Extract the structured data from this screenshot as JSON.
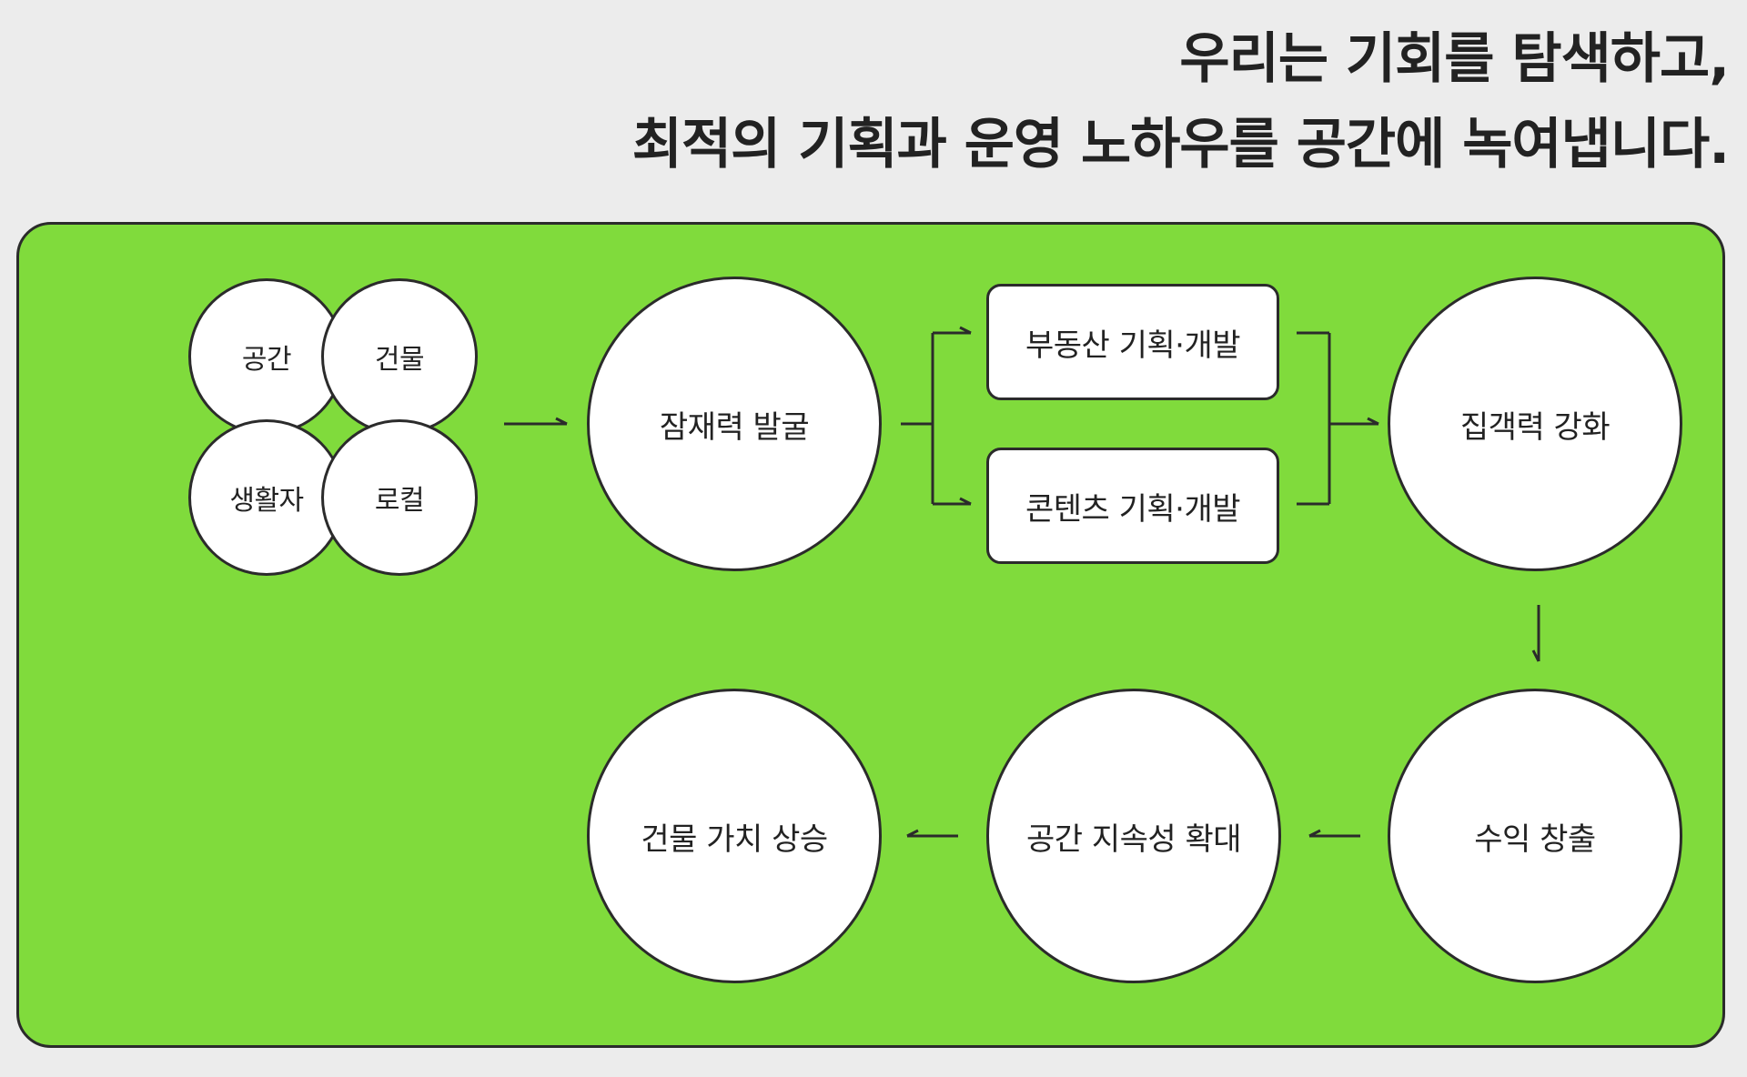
{
  "headline": {
    "line1": "우리는 기회를 탐색하고,",
    "line2": "최적의 기획과 운영 노하우를 공간에 녹여냅니다."
  },
  "inputs": [
    "공간",
    "건물",
    "생활자",
    "로컬"
  ],
  "flow": {
    "discover": "잠재력 발굴",
    "branches": [
      "부동산 기획·개발",
      "콘텐츠 기획·개발"
    ],
    "attract": "집객력 강화",
    "revenue": "수익 창출",
    "sustain": "공간 지속성 확대",
    "value": "건물 가치 상승"
  },
  "colors": {
    "background": "#ececec",
    "panel": "#80db3c",
    "outline": "#2b2b2b",
    "node_fill": "#ffffff"
  }
}
